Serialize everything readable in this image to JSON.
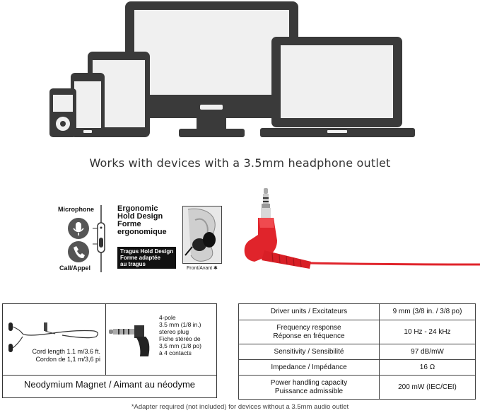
{
  "tagline": "Works with devices with a 3.5mm headphone outlet",
  "ergonomics": {
    "microphone_label": "Microphone",
    "call_label": "Call/Appel",
    "title_en_1": "Ergonomic",
    "title_en_2": "Hold Design",
    "title_fr_1": "Forme",
    "title_fr_2": "ergonomique",
    "tragus_line1": "Tragus Hold Design",
    "tragus_line2": "Forme adaptée",
    "tragus_line3": "au tragus",
    "front_label": "Front/Avant"
  },
  "cord_box": {
    "cord_en": "Cord length 1.1 m/3.6 ft.",
    "cord_fr": "Cordon de 1,1 m/3,6 pi",
    "plug_lines": [
      "4-pole",
      "3.5 mm (1/8 in.)",
      "stereo plug",
      "Fiche stéréo de",
      "3,5 mm (1/8 po)",
      "à 4 contacts"
    ],
    "magnet": "Neodymium Magnet / Aimant au néodyme"
  },
  "specs": [
    {
      "label": [
        "Driver units / Excitateurs"
      ],
      "value": "9 mm (3/8 in. / 3/8 po)"
    },
    {
      "label": [
        "Frequency response",
        "Réponse en fréquence"
      ],
      "value": "10 Hz - 24 kHz"
    },
    {
      "label": [
        "Sensitivity / Sensibilité"
      ],
      "value": "97 dB/mW"
    },
    {
      "label": [
        "Impedance / Impédance"
      ],
      "value": "16 Ω"
    },
    {
      "label": [
        "Power handling capacity",
        "Puissance admissible"
      ],
      "value": "200 mW (IEC/CEI)"
    }
  ],
  "footnote": "*Adapter required (not included) for devices without a 3.5mm audio outlet",
  "colors": {
    "device": "#3a3a3a",
    "screen": "#f0f0f0",
    "cable": "#e0242b"
  }
}
